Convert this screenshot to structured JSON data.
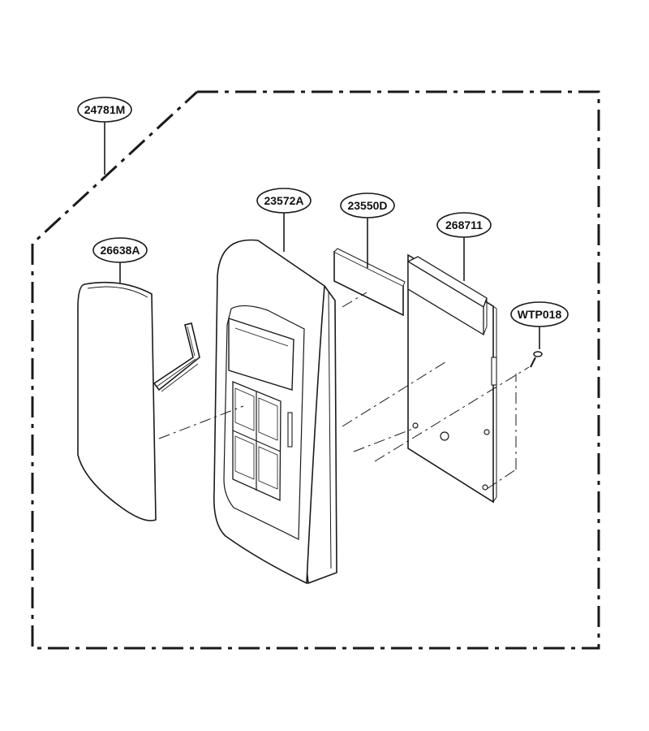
{
  "diagram": {
    "callouts": [
      {
        "id": "frame",
        "label": "24781M"
      },
      {
        "id": "membrane",
        "label": "26638A"
      },
      {
        "id": "panel",
        "label": "23572A"
      },
      {
        "id": "window",
        "label": "23550D"
      },
      {
        "id": "pcb",
        "label": "268711"
      },
      {
        "id": "screw",
        "label": "WTP018"
      }
    ],
    "line_color": "#1a1a1a",
    "background": "#ffffff"
  }
}
